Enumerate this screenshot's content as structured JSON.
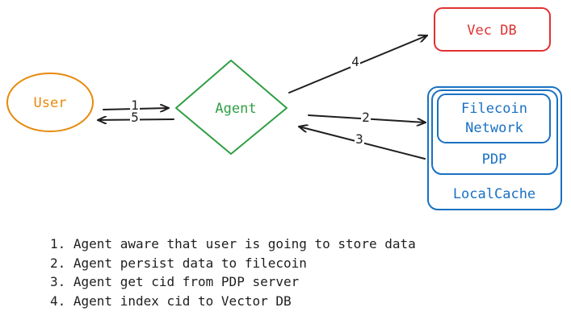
{
  "colors": {
    "user": "#e8890c",
    "agent": "#2f9e44",
    "vecdb": "#e03131",
    "storage": "#1971c2",
    "ink": "#1e1e1e"
  },
  "nodes": {
    "user": "User",
    "agent": "Agent",
    "vecdb": "Vec DB",
    "filecoin_line1": "Filecoin",
    "filecoin_line2": "Network",
    "pdp": "PDP",
    "localcache": "LocalCache"
  },
  "edges": {
    "user_to_agent": "1",
    "agent_to_user": "5",
    "agent_to_filecoin": "2",
    "pdp_to_agent": "3",
    "agent_to_vecdb": "4"
  },
  "notes": [
    "1. Agent aware that user is going to store data",
    "2. Agent persist data to filecoin",
    "3. Agent get cid from PDP server",
    "4. Agent index cid to Vector DB"
  ]
}
